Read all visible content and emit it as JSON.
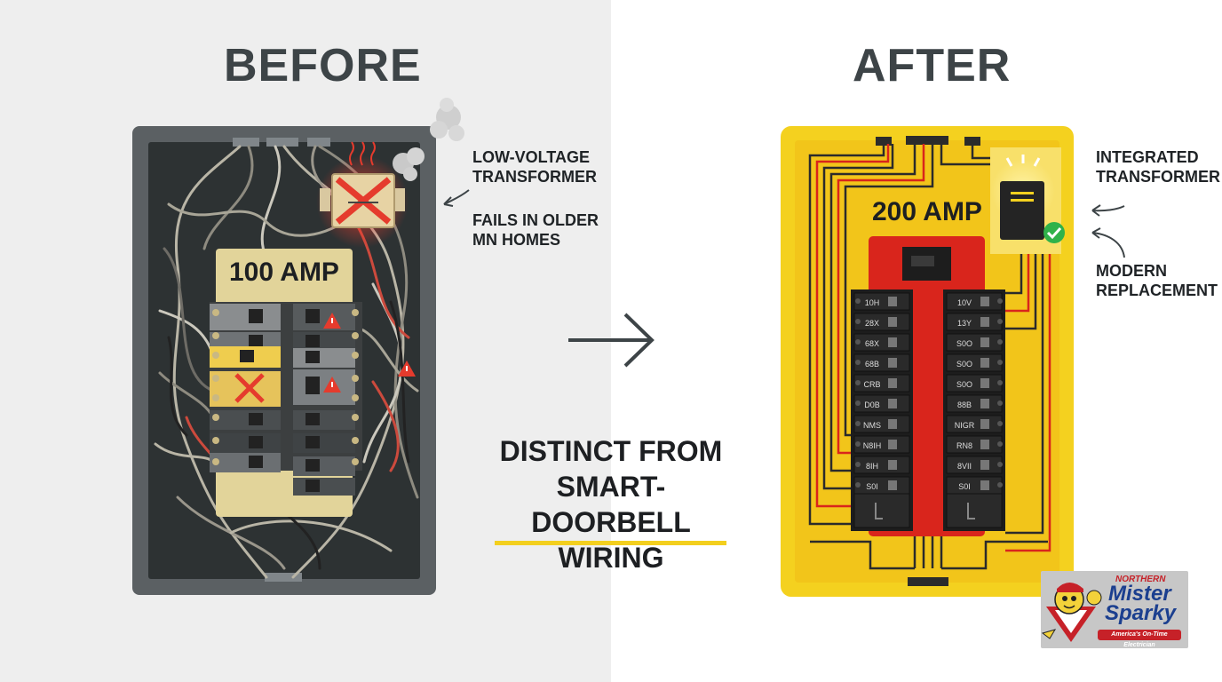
{
  "before": {
    "title": "BEFORE",
    "amp": "100 AMP",
    "callout_line1": "LOW-VOLTAGE",
    "callout_line2": "TRANSFORMER",
    "callout_line3": "FAILS IN OLDER",
    "callout_line4": "MN HOMES"
  },
  "after": {
    "title": "AFTER",
    "amp": "200 AMP",
    "callout_line1": "INTEGRATED",
    "callout_line2": "TRANSFORMER",
    "callout_line3": "MODERN",
    "callout_line4": "REPLACEMENT",
    "breaker_labels_left": [
      "10H",
      "28X",
      "68X",
      "68B",
      "CRB",
      "D0B",
      "NMS",
      "N8IH",
      "8IH",
      "S0I"
    ],
    "breaker_labels_right": [
      "10V",
      "13Y",
      "S0O",
      "S0O",
      "S0O",
      "88B",
      "NIGR",
      "RN8",
      "8VII",
      "S0I"
    ]
  },
  "center": {
    "line1": "DISTINCT FROM",
    "line2": "SMART-DOORBELL",
    "line3": "WIRING"
  },
  "logo": {
    "northern": "NORTHERN",
    "mister": "Mister",
    "sparky": "Sparky",
    "tagline": "America's On-Time Electrician"
  },
  "colors": {
    "before_panel": "#5b6063",
    "after_panel": "#f4d11f",
    "warning_red": "#e53b2d",
    "check_green": "#2fb24a",
    "accent_yellow": "#f3cf1e"
  }
}
